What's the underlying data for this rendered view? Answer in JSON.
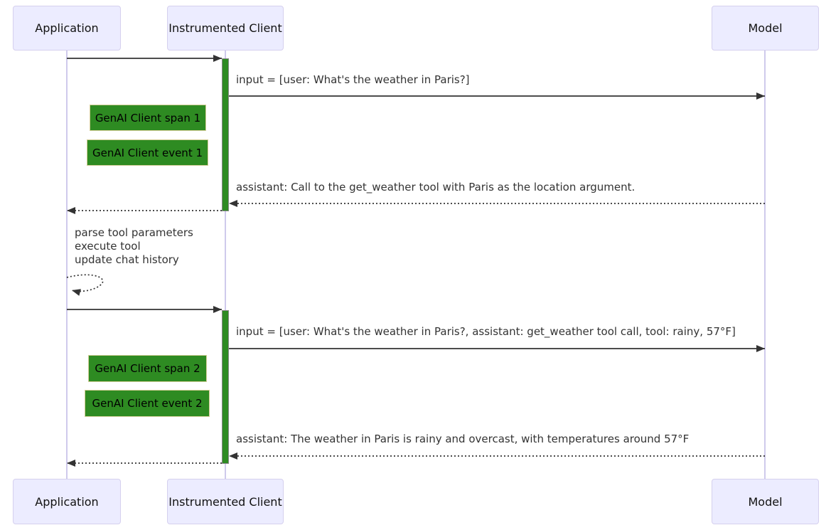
{
  "diagram": {
    "type": "sequence",
    "participants": [
      {
        "id": "application",
        "label": "Application"
      },
      {
        "id": "instrumented-client",
        "label": "Instrumented Client"
      },
      {
        "id": "model",
        "label": "Model"
      }
    ],
    "messages": [
      {
        "from": "Application",
        "to": "Instrumented Client",
        "style": "solid",
        "label": ""
      },
      {
        "from": "Instrumented Client",
        "to": "Model",
        "style": "solid",
        "label": "input = [user: What's the weather in Paris?]"
      },
      {
        "from": "Model",
        "to": "Instrumented Client",
        "style": "dotted",
        "label": "assistant: Call to the get_weather tool with Paris as the location argument."
      },
      {
        "from": "Instrumented Client",
        "to": "Application",
        "style": "dotted",
        "label": ""
      },
      {
        "from": "Application",
        "to": "Application",
        "style": "dotted-self",
        "label_lines": [
          "parse tool parameters",
          "execute tool",
          "update chat history"
        ]
      },
      {
        "from": "Application",
        "to": "Instrumented Client",
        "style": "solid",
        "label": ""
      },
      {
        "from": "Instrumented Client",
        "to": "Model",
        "style": "solid",
        "label": "input = [user: What's the weather in Paris?, assistant: get_weather tool call, tool: rainy, 57°F]"
      },
      {
        "from": "Model",
        "to": "Instrumented Client",
        "style": "dotted",
        "label": "assistant: The weather in Paris is rainy and overcast, with temperatures around 57°F"
      },
      {
        "from": "Instrumented Client",
        "to": "Application",
        "style": "dotted",
        "label": ""
      }
    ],
    "notes": [
      {
        "position": "left of Instrumented Client",
        "label": "GenAI Client span 1"
      },
      {
        "position": "left of Instrumented Client",
        "label": "GenAI Client event 1"
      },
      {
        "position": "left of Instrumented Client",
        "label": "GenAI Client span 2"
      },
      {
        "position": "left of Instrumented Client",
        "label": "GenAI Client event 2"
      }
    ],
    "activations": [
      {
        "participant": "Instrumented Client"
      },
      {
        "participant": "Instrumented Client"
      }
    ],
    "colors": {
      "actor_fill": "#ECECFF",
      "actor_border": "#d5d0ee",
      "lifeline_color": "#cfcaec",
      "line_color": "#333333",
      "activation_fill": "#2e8b22",
      "activation_border": "#888888",
      "note_fill": "#2e8b22",
      "note_border": "#d2cd96",
      "message_text": "#333333",
      "note_text": "#000000",
      "actor_text": "#111111"
    }
  }
}
